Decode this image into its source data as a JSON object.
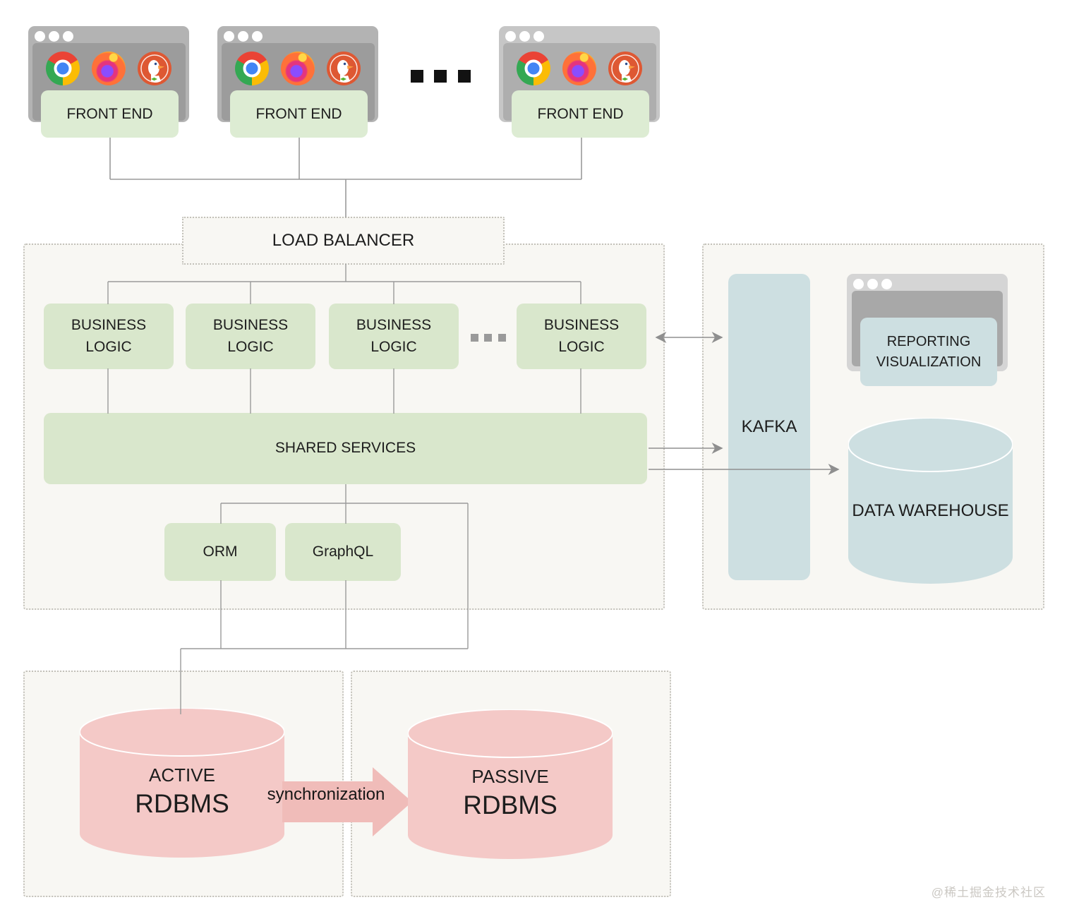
{
  "frontends": [
    {
      "label": "FRONT END"
    },
    {
      "label": "FRONT END"
    },
    {
      "label": "FRONT END"
    }
  ],
  "browser_icons": [
    "chrome-icon",
    "firefox-icon",
    "duckduckgo-icon"
  ],
  "load_balancer_label": "LOAD BALANCER",
  "business_logic_labels": [
    "BUSINESS LOGIC",
    "BUSINESS LOGIC",
    "BUSINESS LOGIC",
    "BUSINESS LOGIC"
  ],
  "shared_services_label": "SHARED SERVICES",
  "orm_label": "ORM",
  "graphql_label": "GraphQL",
  "kafka_label": "KAFKA",
  "reporting_label": "REPORTING VISUALIZATION",
  "data_warehouse_label": "DATA WAREHOUSE",
  "active_rdbms": {
    "qualifier": "ACTIVE",
    "name": "RDBMS"
  },
  "passive_rdbms": {
    "qualifier": "PASSIVE",
    "name": "RDBMS"
  },
  "sync_label": "synchronization",
  "watermark": "@稀土掘金技术社区",
  "colors": {
    "node_green": "#d9e7cc",
    "node_blue": "#cddfe1",
    "cylinder_pink": "#f4c9c7",
    "sync_arrow_pink": "#f0bcb9",
    "container_bg": "#f8f7f3",
    "wire_gray": "#8f8f8f",
    "browser_frame_gray": "#b3b3b3",
    "browser_inner_gray": "#9c9c9c"
  }
}
